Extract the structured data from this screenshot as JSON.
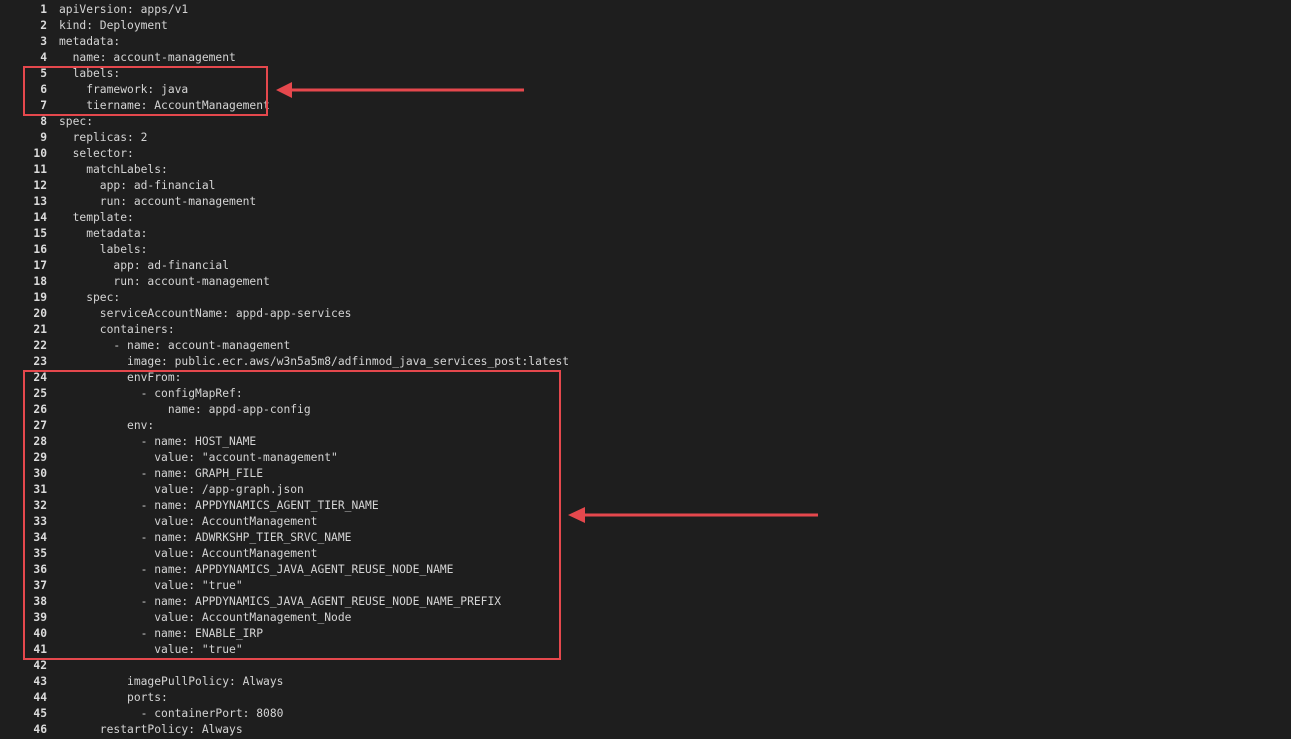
{
  "editor": {
    "language": "yaml",
    "lines": [
      {
        "num": "1",
        "text": "apiVersion: apps/v1"
      },
      {
        "num": "2",
        "text": "kind: Deployment"
      },
      {
        "num": "3",
        "text": "metadata:"
      },
      {
        "num": "4",
        "text": "  name: account-management"
      },
      {
        "num": "5",
        "text": "  labels:"
      },
      {
        "num": "6",
        "text": "    framework: java"
      },
      {
        "num": "7",
        "text": "    tiername: AccountManagement"
      },
      {
        "num": "8",
        "text": "spec:"
      },
      {
        "num": "9",
        "text": "  replicas: 2"
      },
      {
        "num": "10",
        "text": "  selector:"
      },
      {
        "num": "11",
        "text": "    matchLabels:"
      },
      {
        "num": "12",
        "text": "      app: ad-financial"
      },
      {
        "num": "13",
        "text": "      run: account-management"
      },
      {
        "num": "14",
        "text": "  template:"
      },
      {
        "num": "15",
        "text": "    metadata:"
      },
      {
        "num": "16",
        "text": "      labels:"
      },
      {
        "num": "17",
        "text": "        app: ad-financial"
      },
      {
        "num": "18",
        "text": "        run: account-management"
      },
      {
        "num": "19",
        "text": "    spec:"
      },
      {
        "num": "20",
        "text": "      serviceAccountName: appd-app-services"
      },
      {
        "num": "21",
        "text": "      containers:"
      },
      {
        "num": "22",
        "text": "        - name: account-management"
      },
      {
        "num": "23",
        "text": "          image: public.ecr.aws/w3n5a5m8/adfinmod_java_services_post:latest"
      },
      {
        "num": "24",
        "text": "          envFrom:"
      },
      {
        "num": "25",
        "text": "            - configMapRef:"
      },
      {
        "num": "26",
        "text": "                name: appd-app-config"
      },
      {
        "num": "27",
        "text": "          env:"
      },
      {
        "num": "28",
        "text": "            - name: HOST_NAME"
      },
      {
        "num": "29",
        "text": "              value: \"account-management\""
      },
      {
        "num": "30",
        "text": "            - name: GRAPH_FILE"
      },
      {
        "num": "31",
        "text": "              value: /app-graph.json"
      },
      {
        "num": "32",
        "text": "            - name: APPDYNAMICS_AGENT_TIER_NAME"
      },
      {
        "num": "33",
        "text": "              value: AccountManagement"
      },
      {
        "num": "34",
        "text": "            - name: ADWRKSHP_TIER_SRVC_NAME"
      },
      {
        "num": "35",
        "text": "              value: AccountManagement"
      },
      {
        "num": "36",
        "text": "            - name: APPDYNAMICS_JAVA_AGENT_REUSE_NODE_NAME"
      },
      {
        "num": "37",
        "text": "              value: \"true\""
      },
      {
        "num": "38",
        "text": "            - name: APPDYNAMICS_JAVA_AGENT_REUSE_NODE_NAME_PREFIX"
      },
      {
        "num": "39",
        "text": "              value: AccountManagement_Node"
      },
      {
        "num": "40",
        "text": "            - name: ENABLE_IRP"
      },
      {
        "num": "41",
        "text": "              value: \"true\""
      },
      {
        "num": "42",
        "text": ""
      },
      {
        "num": "43",
        "text": "          imagePullPolicy: Always"
      },
      {
        "num": "44",
        "text": "          ports:"
      },
      {
        "num": "45",
        "text": "            - containerPort: 8080"
      },
      {
        "num": "46",
        "text": "      restartPolicy: Always"
      }
    ]
  },
  "annotations": {
    "color": "#e5484d",
    "highlight_ranges": [
      {
        "from_line": 5,
        "to_line": 7
      },
      {
        "from_line": 24,
        "to_line": 41
      }
    ]
  }
}
